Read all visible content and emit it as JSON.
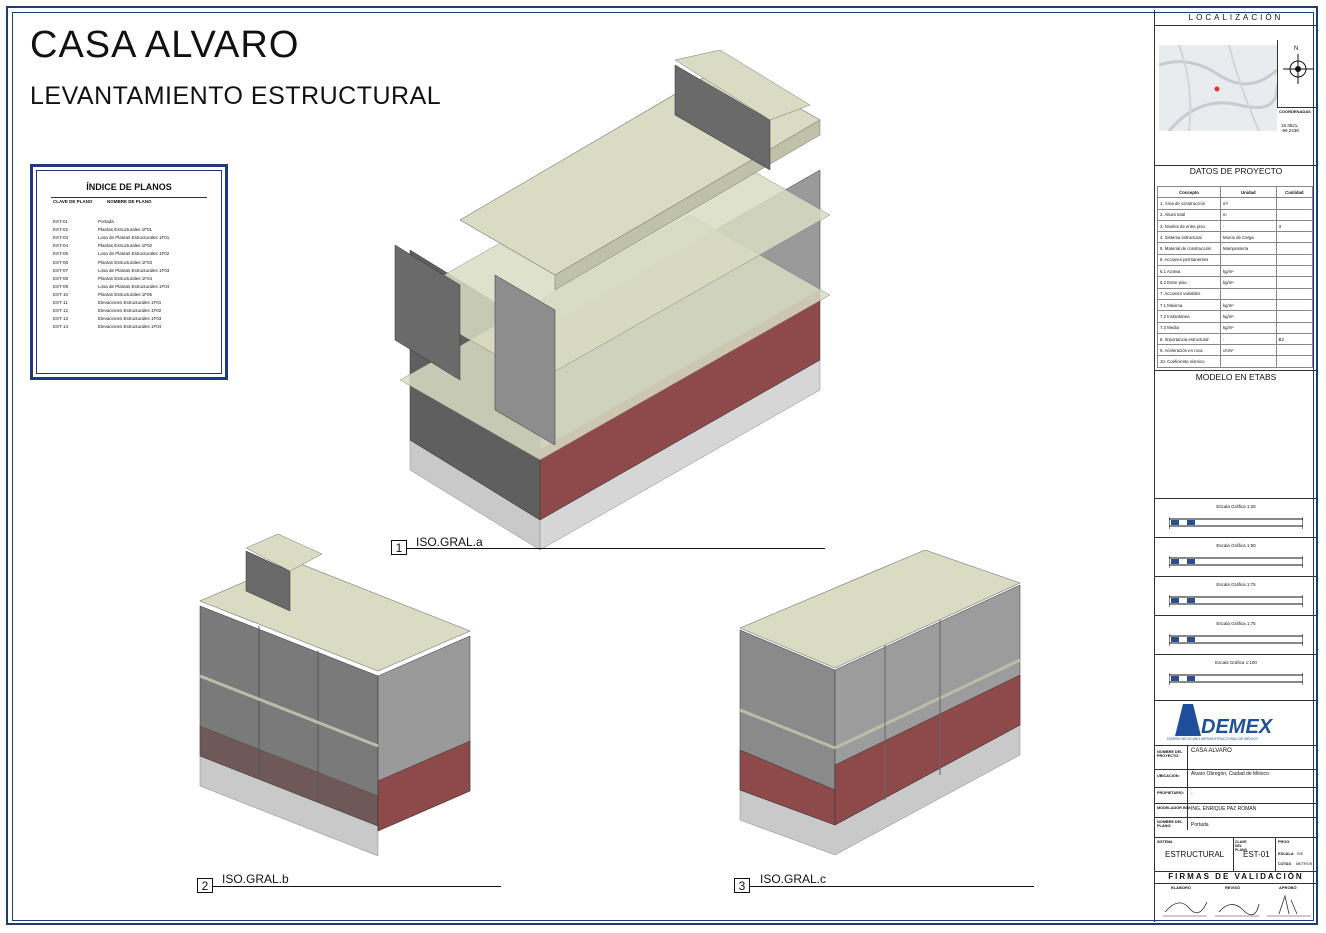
{
  "header": {
    "title": "CASA ALVARO",
    "subtitle": "LEVANTAMIENTO ESTRUCTURAL"
  },
  "index": {
    "title": "ÍNDICE DE PLANOS",
    "col_key": "CLAVE DE PLANO",
    "col_name": "NOMBRE DE PLANO",
    "rows": [
      {
        "key": "EST-01",
        "name": "Portada"
      },
      {
        "key": "EST-02",
        "name": "Plantas Estructurales 1F01"
      },
      {
        "key": "EST-03",
        "name": "Losa de Plantas Estructurales 1F01"
      },
      {
        "key": "EST-04",
        "name": "Plantas Estructurales 1F02"
      },
      {
        "key": "EST-05",
        "name": "Losa de Plantas Estructurales 1F02"
      },
      {
        "key": "EST-06",
        "name": "Plantas Estructurales 1F03"
      },
      {
        "key": "EST-07",
        "name": "Losa de Plantas Estructurales 1F03"
      },
      {
        "key": "EST-08",
        "name": "Plantas Estructurales 1F04"
      },
      {
        "key": "EST-09",
        "name": "Losa de Plantas Estructurales 1F04"
      },
      {
        "key": "EST-10",
        "name": "Plantas Estructurales 1F05"
      },
      {
        "key": "EST-11",
        "name": "Elevaciones Estructurales 1F01"
      },
      {
        "key": "EST-12",
        "name": "Elevaciones Estructurales 1F02"
      },
      {
        "key": "EST-13",
        "name": "Elevaciones Estructurales 1F03"
      },
      {
        "key": "EST-14",
        "name": "Elevaciones Estructurales 1F04"
      }
    ]
  },
  "views": [
    {
      "num": "1",
      "label": "ISO.GRAL.a"
    },
    {
      "num": "2",
      "label": "ISO.GRAL.b"
    },
    {
      "num": "3",
      "label": "ISO.GRAL.c"
    }
  ],
  "side": {
    "localizacion": "LOCALIZACIÓN",
    "north": "N",
    "coords_label": "COORDENADAS",
    "coords_value": "19.3621, -99.2438",
    "datos_title": "DATOS DE PROYECTO",
    "datos_cols": [
      "Concepto",
      "Unidad",
      "Cantidad"
    ],
    "datos_rows": [
      [
        "1. Área de construcción",
        "m²",
        ""
      ],
      [
        "2. Altura total",
        "m",
        ""
      ],
      [
        "3. Niveles de entre piso",
        "-",
        "3"
      ],
      [
        "4. Sistema estructural",
        "Muros de Carga",
        ""
      ],
      [
        "5. Material de construcción",
        "Mampostería",
        ""
      ],
      [
        "6. Acciones permanentes",
        "",
        ""
      ],
      [
        "6.1 Azotea",
        "kg/m²",
        ""
      ],
      [
        "6.2 Entre piso",
        "kg/m²",
        ""
      ],
      [
        "7. Acciones variables",
        "",
        ""
      ],
      [
        "7.1 Máxima",
        "kg/m²",
        ""
      ],
      [
        "7.2 Instantánea",
        "kg/m²",
        ""
      ],
      [
        "7.3 Media",
        "kg/m²",
        ""
      ],
      [
        "8. Importancia estructural",
        "-",
        "B2"
      ],
      [
        "9. Aceleración en roca",
        "cm/s²",
        ""
      ],
      [
        "10. Coeficiente sísmico",
        "",
        ""
      ]
    ],
    "modelo": "MODELO EN ETABS",
    "scales": [
      "Escala Gráfica 1:25",
      "Escala Gráfica 1:50",
      "Escala Gráfica 1:75",
      "Escala Gráfica 1:75",
      "Escala Gráfica 1:100"
    ],
    "logo_text": "DEMEX",
    "logo_sub": "DISEÑO MEXICANO INFRAESTRUCTURAL DE MÉXICO",
    "nombre_label": "NOMBRE DEL PROYECTO:",
    "nombre_value": "CASA ALVARO",
    "ubicacion_label": "UBICACIÓN:",
    "ubicacion_value": "Álvaro Obregón, Ciudad de México",
    "propietario_label": "PROPIETARIO:",
    "propietario_value": "-",
    "modelador_label": "MODELADOR BIM:",
    "modelador_value": "ING. ENRIQUE PAZ ROMAN",
    "nombreplano_label": "NOMBRE DEL PLANO:",
    "nombreplano_value": "Portada",
    "sistema_label": "SISTEMA",
    "sistema_value": "ESTRUCTURAL",
    "clave_label": "CLAVE DEL PLANO",
    "clave_value": "EST-01",
    "prog_label": "PROG.",
    "escala_label": "ESCALA",
    "escala_value": "S/E",
    "cotas_label": "COTAS",
    "cotas_value": "METROS",
    "firmas": "FIRMAS DE VALIDACIÓN",
    "firma_cols": [
      "ELABORÓ",
      "REVISÓ",
      "APROBÓ"
    ]
  },
  "colors": {
    "frame": "#1f3a78",
    "slab": "#d9dcc3",
    "block": "#8a8a8a",
    "brick": "#8e4a4a",
    "base": "#cfcfcf"
  }
}
